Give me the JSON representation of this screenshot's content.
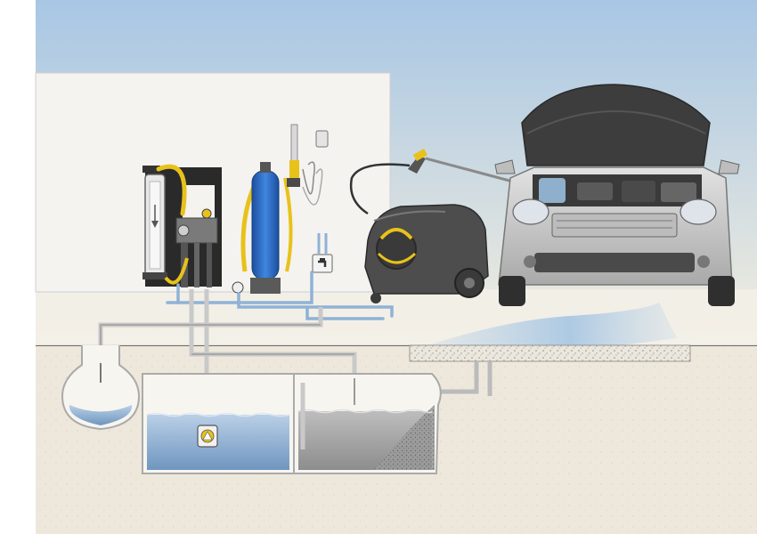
{
  "diagram": {
    "icons": [
      "sky-background",
      "building-wall",
      "water-treatment-filter",
      "water-softener-tank",
      "wall-mounted-spray-gun",
      "faucet-icon",
      "pressure-washer",
      "car",
      "sedimentation-tank",
      "oil-separator-tank",
      "inspection-shaft",
      "drainage-channel",
      "submersible-pump",
      "warning-icon"
    ],
    "colors": {
      "sky_top": "#a8c6e4",
      "sky_bottom": "#f2eedf",
      "wall": "#f4f3ef",
      "ground": "#ede6d8",
      "tank_water": "#7fa4c9",
      "dirty_water": "#a3a3a3",
      "hose_yellow": "#e8c21b",
      "pipe_blue": "#8fb2d6",
      "washer_body": "#4d4d4d",
      "car_body": "#c9c9c9",
      "softener_blue": "#2e6fc9"
    }
  }
}
